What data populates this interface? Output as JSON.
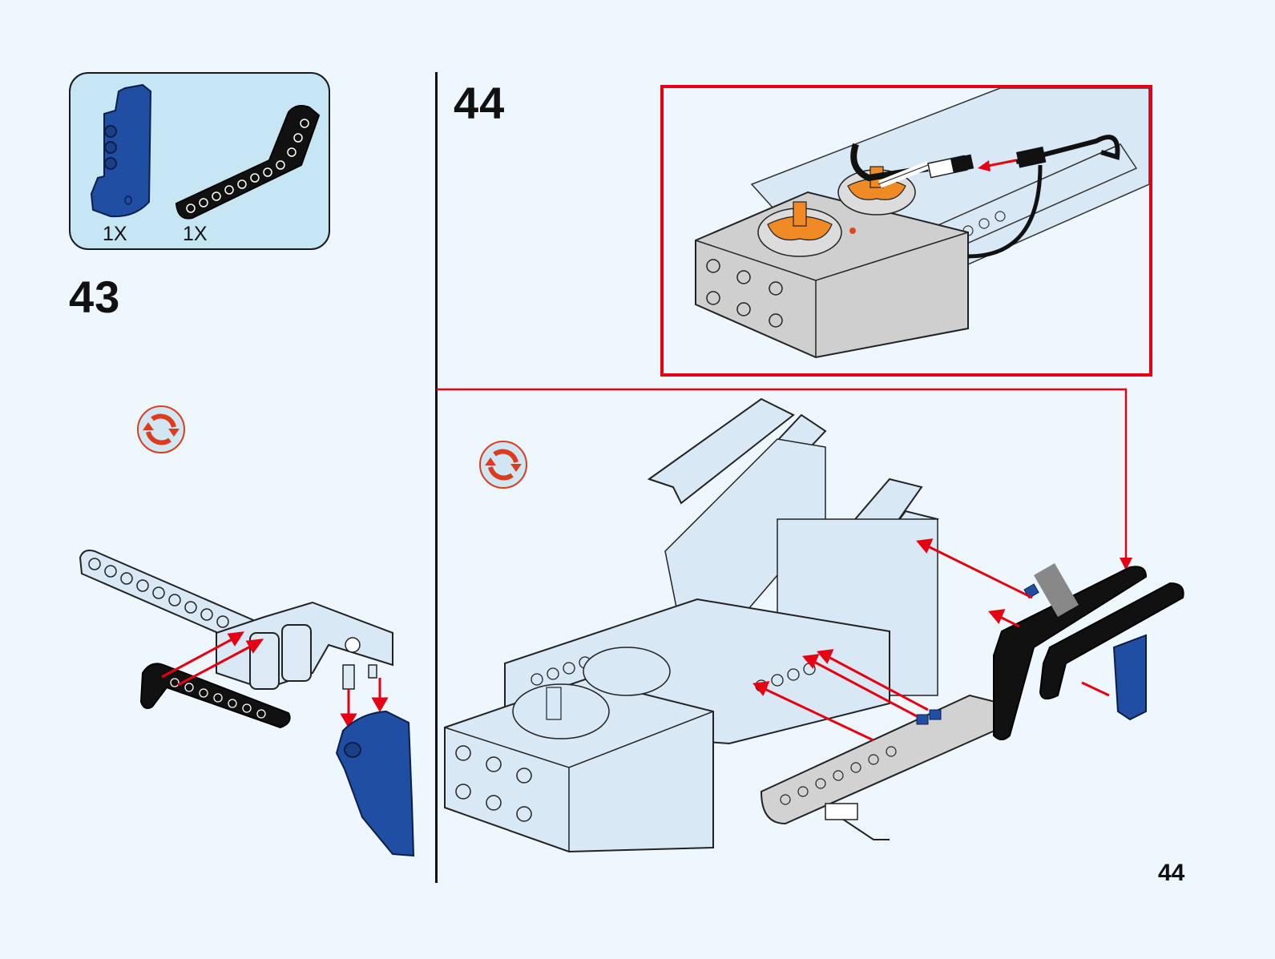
{
  "page": {
    "page_number": "44",
    "background_color": "#eef7fd",
    "accent_color": "#e60012"
  },
  "parts_list": {
    "items": [
      {
        "name": "blue-angular-connector",
        "color": "#1f4ea3",
        "quantity": "1X"
      },
      {
        "name": "black-bent-beam",
        "color": "#111111",
        "quantity": "1X"
      }
    ]
  },
  "steps": [
    {
      "number": "43",
      "rotate_icon": "rotate-model-icon"
    },
    {
      "number": "44",
      "rotate_icon": "rotate-model-icon",
      "has_callout": true
    }
  ]
}
